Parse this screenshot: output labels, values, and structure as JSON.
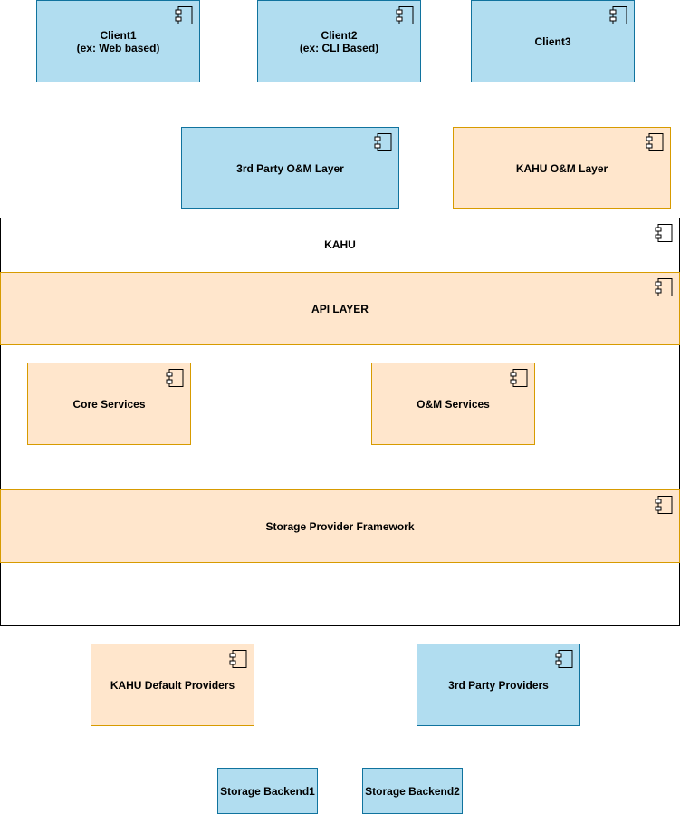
{
  "colors": {
    "blue_fill": "#b1ddf0",
    "blue_stroke": "#10739e",
    "orange_fill": "#ffe6cc",
    "orange_stroke": "#d79b00"
  },
  "clients": {
    "client1": "Client1\n(ex: Web based)",
    "client2": "Client2\n(ex: CLI Based)",
    "client3": "Client3"
  },
  "oam_layers": {
    "third_party": "3rd Party O&M Layer",
    "kahu": "KAHU O&M Layer"
  },
  "kahu": {
    "title": "KAHU",
    "api_layer": "API LAYER",
    "core_services": "Core Services",
    "oam_services": "O&M Services",
    "storage_provider_framework": "Storage Provider Framework"
  },
  "providers": {
    "kahu_default": "KAHU Default Providers",
    "third_party": "3rd Party Providers"
  },
  "backends": {
    "backend1": "Storage Backend1",
    "backend2": "Storage Backend2"
  },
  "icon": "uml-component-icon"
}
